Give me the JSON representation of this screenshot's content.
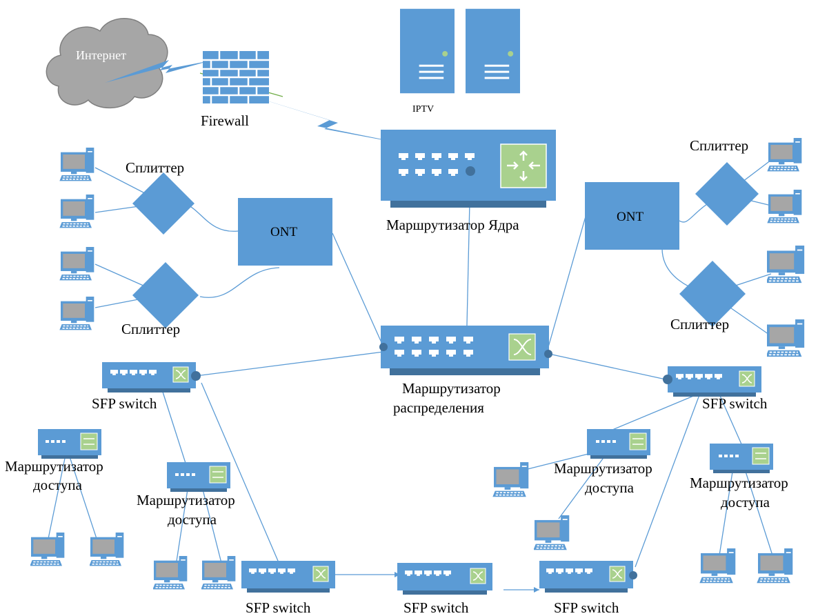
{
  "labels": {
    "internet": "Интернет",
    "firewall": "Firewall",
    "iptv": "IPTV",
    "core_router": "Маршрутизатор Ядра",
    "dist_router_1": "Маршрутизатор",
    "dist_router_2": "распределения",
    "ont_left": "ONT",
    "ont_right": "ONT",
    "splitter_left_top": "Сплиттер",
    "splitter_left_bottom": "Сплиттер",
    "splitter_right_top": "Сплиттер",
    "splitter_right_bottom": "Сплиттер",
    "sfp_left": "SFP switch",
    "sfp_right": "SFP switch",
    "sfp_bottom_left": "SFP switch",
    "sfp_bottom_mid": "SFP switch",
    "sfp_bottom_right": "SFP switch",
    "access_1_a": "Маршрутизатор",
    "access_1_b": "доступа",
    "access_2_a": "Маршрутизатор",
    "access_2_b": "доступа",
    "access_3_a": "Маршрутизатор",
    "access_3_b": "доступа",
    "access_4_a": "Маршрутизатор",
    "access_4_b": "доступа"
  },
  "colors": {
    "device": "#5b9bd5",
    "device_dark": "#41719c",
    "green": "#a9d18e",
    "cloud": "#a6a6a6",
    "line": "#5b9bd5",
    "screen": "#a6a6a6"
  },
  "icons": [
    "cloud-icon",
    "firewall-icon",
    "server-icon",
    "router-icon",
    "switch-icon",
    "splitter-icon",
    "ont-icon",
    "computer-icon"
  ]
}
